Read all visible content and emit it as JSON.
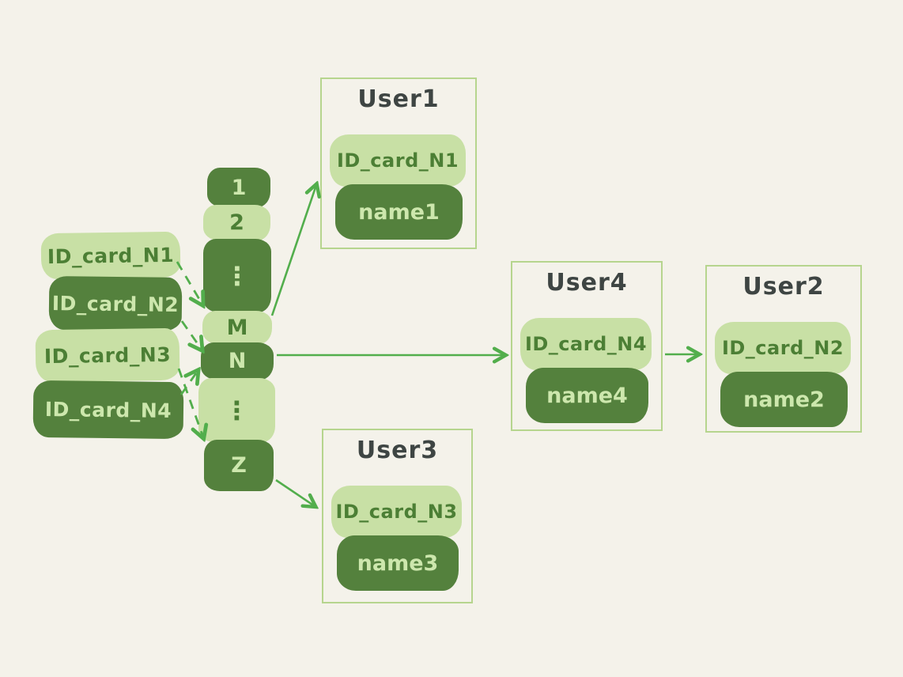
{
  "diagram": {
    "type": "hash-table-mapping-sketch",
    "colors": {
      "background": "#f4f2ea",
      "pill_light": "#c8e0a5",
      "pill_dark": "#54813d",
      "text_on_light": "#4c7f35",
      "text_on_dark": "#cde7ad",
      "arrow_green": "#52ae4c",
      "box_border": "#b6d58e",
      "title_text": "#3e4543"
    },
    "id_cards": [
      {
        "label": "ID_card_N1",
        "variant": "light"
      },
      {
        "label": "ID_card_N2",
        "variant": "dark"
      },
      {
        "label": "ID_card_N3",
        "variant": "light"
      },
      {
        "label": "ID_card_N4",
        "variant": "dark"
      }
    ],
    "buckets": [
      {
        "label": "1",
        "variant": "dark"
      },
      {
        "label": "2",
        "variant": "light"
      },
      {
        "label": "⋮",
        "variant": "dark"
      },
      {
        "label": "M",
        "variant": "light"
      },
      {
        "label": "N",
        "variant": "dark"
      },
      {
        "label": "⋮",
        "variant": "light"
      },
      {
        "label": "Z",
        "variant": "dark"
      }
    ],
    "users": [
      {
        "title": "User1",
        "id_card": "ID_card_N1",
        "name": "name1"
      },
      {
        "title": "User4",
        "id_card": "ID_card_N4",
        "name": "name4"
      },
      {
        "title": "User2",
        "id_card": "ID_card_N2",
        "name": "name2"
      },
      {
        "title": "User3",
        "id_card": "ID_card_N3",
        "name": "name3"
      }
    ],
    "edges": [
      {
        "from": "ID_card_N1",
        "to": "bucket M",
        "style": "dashed"
      },
      {
        "from": "ID_card_N2",
        "to": "bucket N",
        "style": "dashed"
      },
      {
        "from": "ID_card_N3",
        "to": "bucket Z",
        "style": "dashed"
      },
      {
        "from": "ID_card_N4",
        "to": "bucket N",
        "style": "dashed"
      },
      {
        "from": "bucket M",
        "to": "User1",
        "style": "solid"
      },
      {
        "from": "bucket N",
        "to": "User4",
        "style": "solid"
      },
      {
        "from": "User4",
        "to": "User2",
        "style": "solid"
      },
      {
        "from": "bucket Z",
        "to": "User3",
        "style": "solid"
      }
    ]
  }
}
